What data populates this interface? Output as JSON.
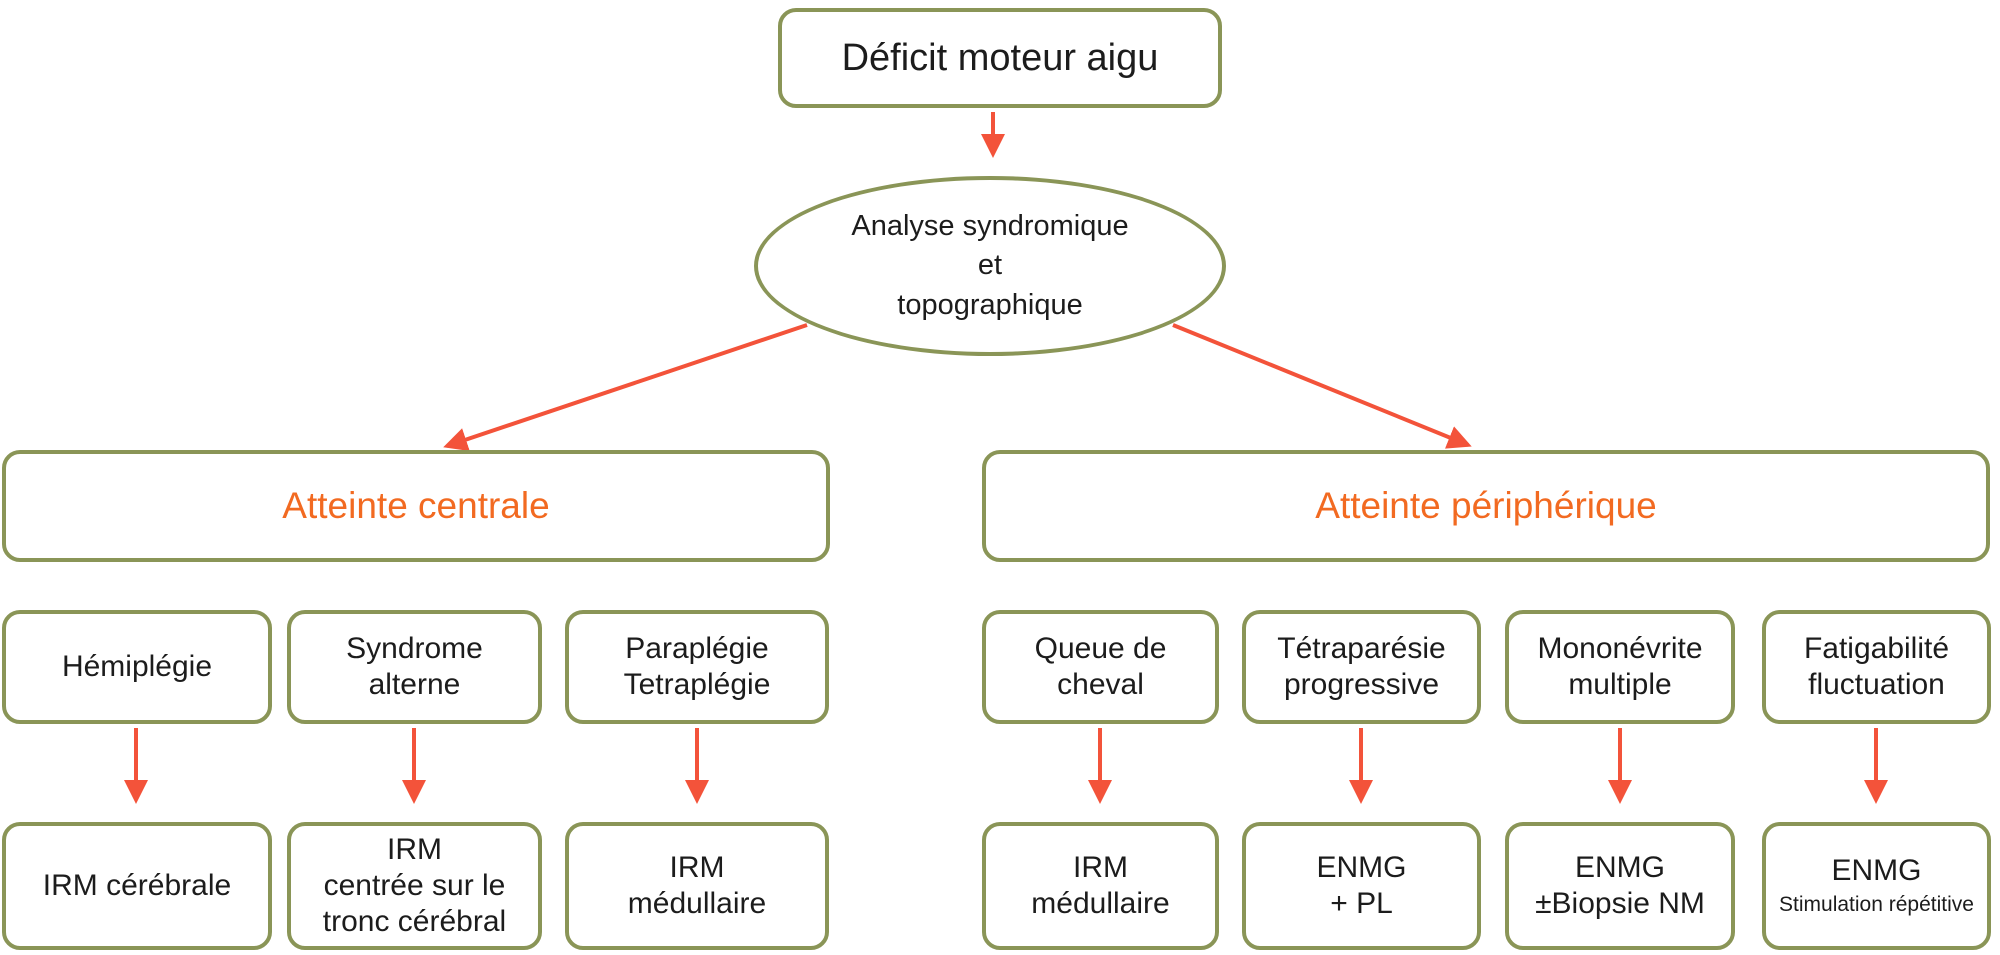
{
  "colors": {
    "background": "#ffffff",
    "box_border": "#8a9557",
    "arrow": "#f3533a",
    "branch_header_text": "#f26a21",
    "node_text": "#1c1c1c"
  },
  "root": {
    "label": "Déficit moteur aigu"
  },
  "analysis": {
    "label": "Analyse syndromique\net\ntopographique"
  },
  "central": {
    "header": "Atteinte centrale",
    "syndromes": [
      "Hémiplégie",
      "Syndrome\nalterne",
      "Paraplégie\nTetraplégie"
    ],
    "exams": [
      "IRM cérébrale",
      "IRM\ncentrée sur le\ntronc cérébral",
      "IRM\nmédullaire"
    ]
  },
  "peripheral": {
    "header": "Atteinte périphérique",
    "syndromes": [
      "Queue de\ncheval",
      "Tétraparésie\nprogressive",
      "Mononévrite\nmultiple",
      "Fatigabilité\nfluctuation"
    ],
    "exams": [
      "IRM\nmédullaire",
      "ENMG\n+ PL",
      "ENMG\n±Biopsie NM",
      "ENMG"
    ],
    "exam4_sub": "Stimulation répétitive"
  }
}
